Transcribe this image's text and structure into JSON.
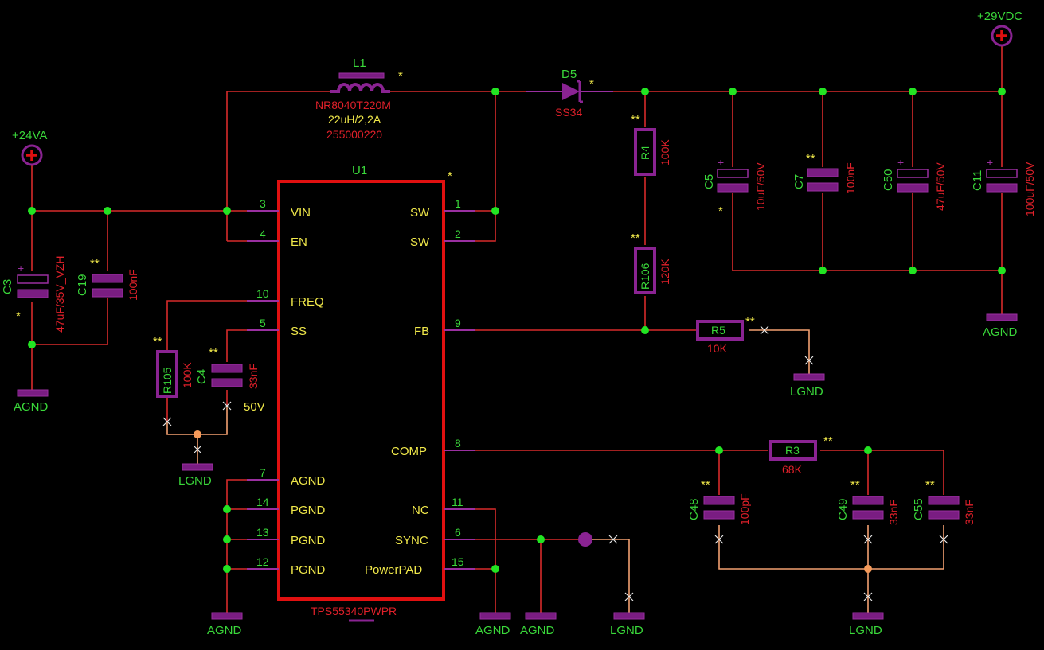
{
  "power": {
    "in": "+24VA",
    "out": "+29VDC"
  },
  "ic": {
    "ref": "U1",
    "part": "TPS55340PWPR",
    "pins_left": [
      {
        "num": "3",
        "name": "VIN"
      },
      {
        "num": "4",
        "name": "EN"
      },
      {
        "num": "10",
        "name": "FREQ"
      },
      {
        "num": "5",
        "name": "SS"
      },
      {
        "num": "7",
        "name": "AGND"
      },
      {
        "num": "14",
        "name": "PGND"
      },
      {
        "num": "13",
        "name": "PGND"
      },
      {
        "num": "12",
        "name": "PGND"
      }
    ],
    "pins_right": [
      {
        "num": "1",
        "name": "SW"
      },
      {
        "num": "2",
        "name": "SW"
      },
      {
        "num": "9",
        "name": "FB"
      },
      {
        "num": "8",
        "name": "COMP"
      },
      {
        "num": "11",
        "name": "NC"
      },
      {
        "num": "6",
        "name": "SYNC"
      },
      {
        "num": "15",
        "name": "PowerPAD"
      }
    ]
  },
  "inductor": {
    "ref": "L1",
    "part": "NR8040T220M",
    "value": "22uH/2,2A",
    "code": "255000220"
  },
  "diode": {
    "ref": "D5",
    "part": "SS34"
  },
  "components": {
    "C3": {
      "ref": "C3",
      "value": "47uF/35V_VZH"
    },
    "C19": {
      "ref": "C19",
      "value": "100nF"
    },
    "R105": {
      "ref": "R105",
      "value": "100K"
    },
    "C4": {
      "ref": "C4",
      "value": "33nF",
      "extra": "50V"
    },
    "R4": {
      "ref": "R4",
      "value": "100K"
    },
    "R106": {
      "ref": "R106",
      "value": "120K"
    },
    "R5": {
      "ref": "R5",
      "value": "10K"
    },
    "R3": {
      "ref": "R3",
      "value": "68K"
    },
    "C5": {
      "ref": "C5",
      "value": "10uF/50V"
    },
    "C7": {
      "ref": "C7",
      "value": "100nF"
    },
    "C50": {
      "ref": "C50",
      "value": "47uF/50V"
    },
    "C11": {
      "ref": "C11",
      "value": "100uF/50V"
    },
    "C48": {
      "ref": "C48",
      "value": "100pF"
    },
    "C49": {
      "ref": "C49",
      "value": "33nF"
    },
    "C55": {
      "ref": "C55",
      "value": "33nF"
    }
  },
  "grounds": {
    "agnd": "AGND",
    "lgnd": "LGND"
  },
  "marks": {
    "one": "*",
    "two": "**",
    "plus": "+"
  }
}
